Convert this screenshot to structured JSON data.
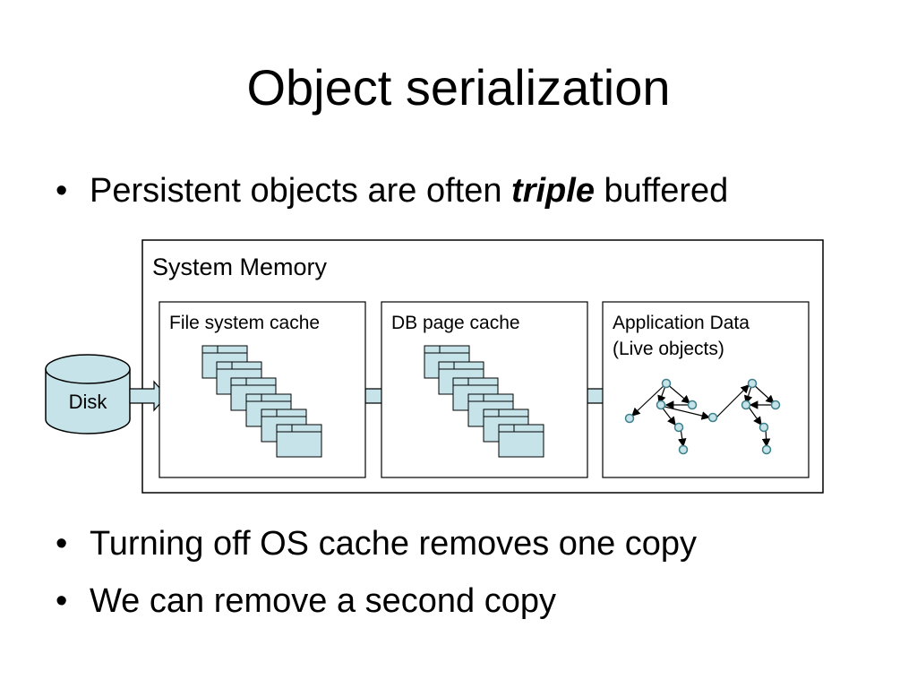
{
  "slide": {
    "title": "Object serialization",
    "bullets": [
      {
        "text_before": "Persistent objects are often",
        "emphasis": "triple",
        "text_after": "buffered"
      },
      {
        "text": "Turning off OS cache removes one copy"
      },
      {
        "text": "We can remove a second copy"
      }
    ]
  },
  "diagram": {
    "container_label": "System Memory",
    "disk_label": "Disk",
    "boxes": [
      {
        "label": "File system cache"
      },
      {
        "label": "DB page cache"
      },
      {
        "label_line1": "Application Data",
        "label_line2": "(Live objects)"
      }
    ],
    "colors": {
      "fill": "#c5e3e8",
      "stroke": "#000000",
      "node_stroke": "#3d7f8a"
    }
  }
}
